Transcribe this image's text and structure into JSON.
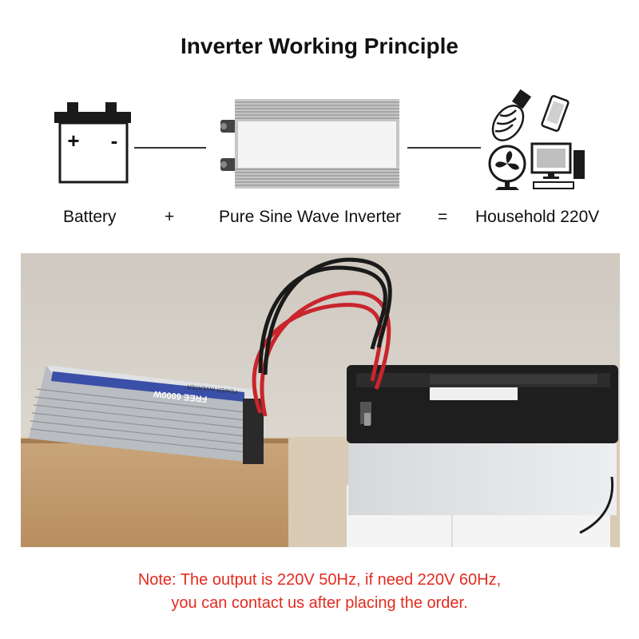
{
  "title": "Inverter Working Principle",
  "diagram": {
    "battery_plus": "+",
    "battery_minus": "-",
    "icons": [
      "battery-icon",
      "inverter-icon",
      "light-bulb-icon",
      "smartphone-icon",
      "fan-icon",
      "desktop-computer-icon"
    ]
  },
  "labels": {
    "battery": "Battery",
    "plus": "+",
    "inverter": "Pure Sine Wave Inverter",
    "equals": "=",
    "household": "Household 220V"
  },
  "photo": {
    "inverter_label": "FREE 6000W",
    "inverter_sublabel": "POWER INVERTER"
  },
  "note": {
    "line1": "Note: The output is 220V 50Hz, if need 220V 60Hz,",
    "line2": "you can contact us after placing the order."
  },
  "colors": {
    "note": "#e32b20",
    "cable_red": "#c9252c",
    "cable_black": "#1a1a1a"
  }
}
